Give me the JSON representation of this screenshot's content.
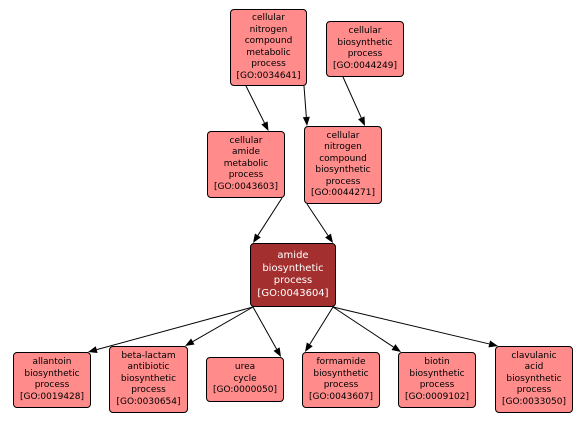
{
  "nodes": {
    "n_34641": {
      "lines": [
        "cellular",
        "nitrogen",
        "compound",
        "metabolic",
        "process",
        "[GO:0034641]"
      ]
    },
    "n_44249": {
      "lines": [
        "cellular",
        "biosynthetic",
        "process",
        "[GO:0044249]"
      ]
    },
    "n_43603": {
      "lines": [
        "cellular",
        "amide",
        "metabolic",
        "process",
        "[GO:0043603]"
      ]
    },
    "n_44271": {
      "lines": [
        "cellular",
        "nitrogen",
        "compound",
        "biosynthetic",
        "process",
        "[GO:0044271]"
      ]
    },
    "n_43604": {
      "lines": [
        "amide",
        "biosynthetic",
        "process",
        "[GO:0043604]"
      ]
    },
    "n_19428": {
      "lines": [
        "allantoin",
        "biosynthetic",
        "process",
        "[GO:0019428]"
      ]
    },
    "n_30654": {
      "lines": [
        "beta-lactam",
        "antibiotic",
        "biosynthetic",
        "process",
        "[GO:0030654]"
      ]
    },
    "n_50": {
      "lines": [
        "urea",
        "cycle",
        "[GO:0000050]"
      ]
    },
    "n_43607": {
      "lines": [
        "formamide",
        "biosynthetic",
        "process",
        "[GO:0043607]"
      ]
    },
    "n_9102": {
      "lines": [
        "biotin",
        "biosynthetic",
        "process",
        "[GO:0009102]"
      ]
    },
    "n_33050": {
      "lines": [
        "clavulanic",
        "acid",
        "biosynthetic",
        "process",
        "[GO:0033050]"
      ]
    }
  },
  "edges": [
    {
      "from": "n_34641",
      "to": "n_43603"
    },
    {
      "from": "n_34641",
      "to": "n_44271"
    },
    {
      "from": "n_44249",
      "to": "n_44271"
    },
    {
      "from": "n_43603",
      "to": "n_43604"
    },
    {
      "from": "n_44271",
      "to": "n_43604"
    },
    {
      "from": "n_43604",
      "to": "n_19428"
    },
    {
      "from": "n_43604",
      "to": "n_30654"
    },
    {
      "from": "n_43604",
      "to": "n_50"
    },
    {
      "from": "n_43604",
      "to": "n_43607"
    },
    {
      "from": "n_43604",
      "to": "n_9102"
    },
    {
      "from": "n_43604",
      "to": "n_33050"
    }
  ],
  "colors": {
    "node_fill": "#ff8b8b",
    "focus_fill": "#a42f2f",
    "focus_text": "#ffffff",
    "edge": "#000000"
  }
}
